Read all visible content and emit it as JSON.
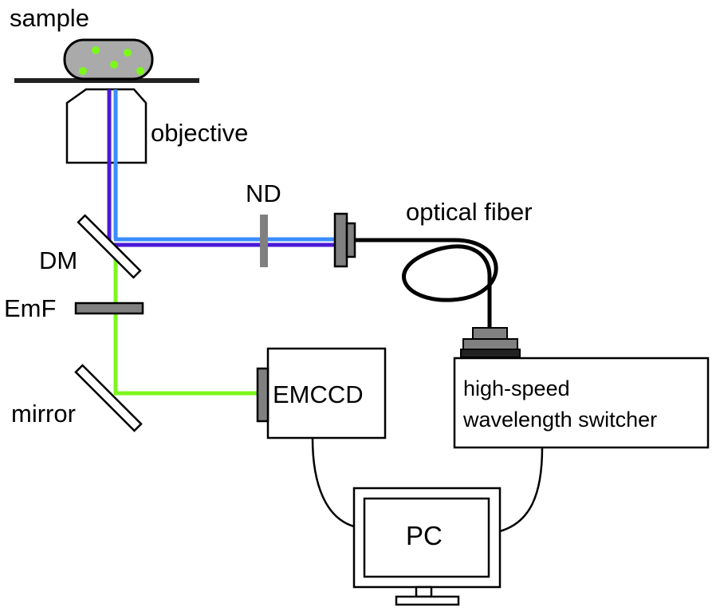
{
  "labels": {
    "sample": "sample",
    "objective": "objective",
    "nd": "ND",
    "optical_fiber": "optical fiber",
    "dm": "DM",
    "emf": "EmF",
    "mirror": "mirror",
    "emccd": "EMCCD",
    "switcher_line1": "high-speed",
    "switcher_line2": "wavelength switcher",
    "pc": "PC"
  },
  "colors": {
    "blue_beam": "#3a8dff",
    "violet_beam": "#4a19d6",
    "green_beam": "#7cf71c",
    "fluorescent_dots": "#7cf71c",
    "optic_gray": "#808080",
    "sample_gray": "#aaaaaa"
  }
}
